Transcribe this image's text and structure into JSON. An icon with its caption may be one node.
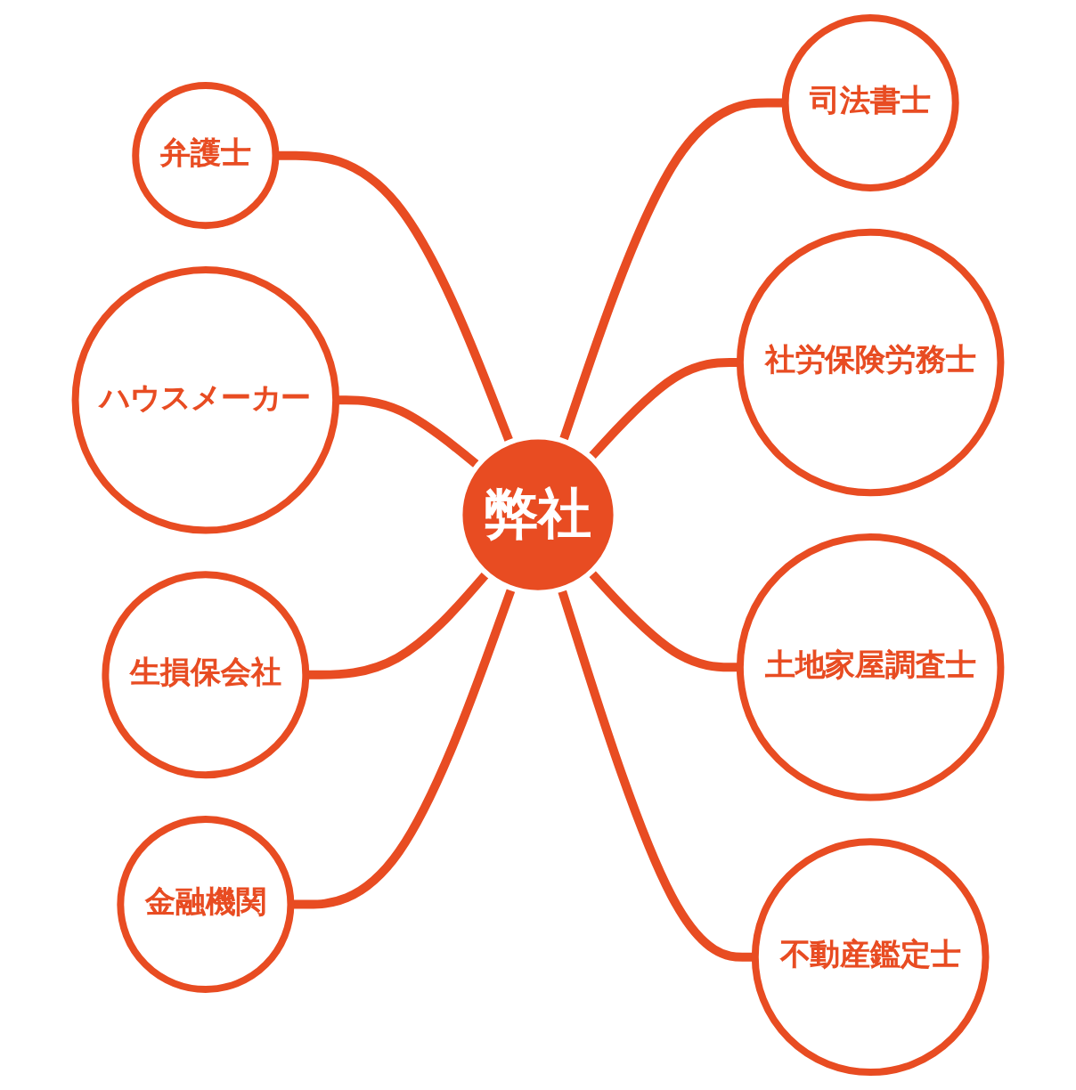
{
  "diagram": {
    "nodes": [
      {
        "text": [
          "弊社"
        ]
      },
      {
        "text": [
          "弁護士"
        ]
      },
      {
        "text": [
          "司法書士"
        ]
      },
      {
        "text": [
          "社労保険労務士"
        ]
      },
      {
        "text": [
          "土地家屋調査士"
        ]
      },
      {
        "text": [
          "不動産鑑定士"
        ]
      },
      {
        "text": [
          "金融機関"
        ]
      },
      {
        "text": [
          "生損保会社"
        ]
      },
      {
        "text": [
          "ハウスメーカー"
        ]
      }
    ],
    "edges": [
      {
        "from": 1,
        "to": 0,
        "arrow": "none"
      },
      {
        "from": 0,
        "to": 2,
        "arrow": "none"
      },
      {
        "from": 0,
        "to": 3,
        "arrow": "none"
      },
      {
        "from": 0,
        "to": 4,
        "arrow": "none"
      },
      {
        "from": 0,
        "to": 5,
        "arrow": "none"
      },
      {
        "from": 8,
        "to": 0,
        "arrow": "none"
      },
      {
        "from": 7,
        "to": 0,
        "arrow": "none"
      },
      {
        "from": 6,
        "to": 0,
        "arrow": "none"
      }
    ]
  }
}
